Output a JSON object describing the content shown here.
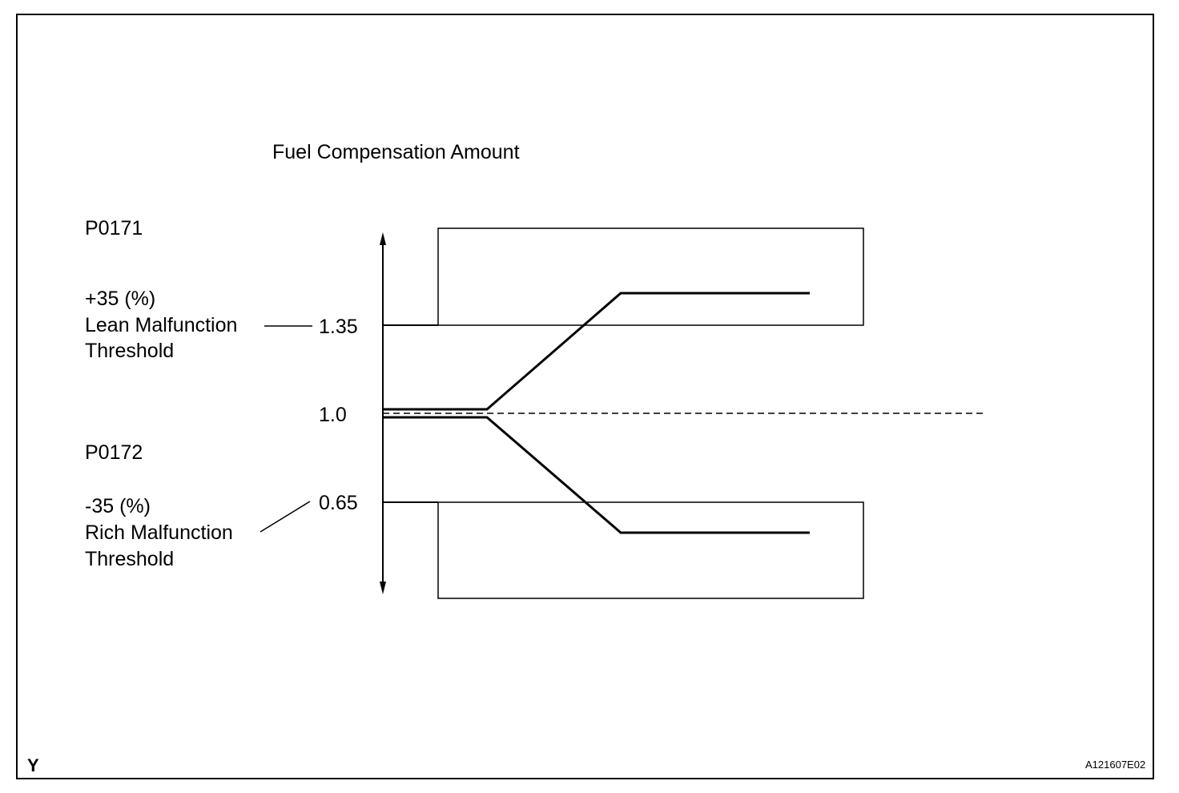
{
  "title": "Fuel Compensation Amount",
  "lean": {
    "code": "P0171",
    "percent": "+35 (%)",
    "line1": "Lean Malfunction",
    "line2": "Threshold",
    "value": "1.35"
  },
  "baseline": {
    "value": "1.0"
  },
  "rich": {
    "code": "P0172",
    "percent": "-35 (%)",
    "line1": "Rich Malfunction",
    "line2": "Threshold",
    "value": "0.65"
  },
  "corner_mark": "Y",
  "figure_id": "A121607E02",
  "colors": {
    "ink": "#000000",
    "background": "#ffffff"
  }
}
